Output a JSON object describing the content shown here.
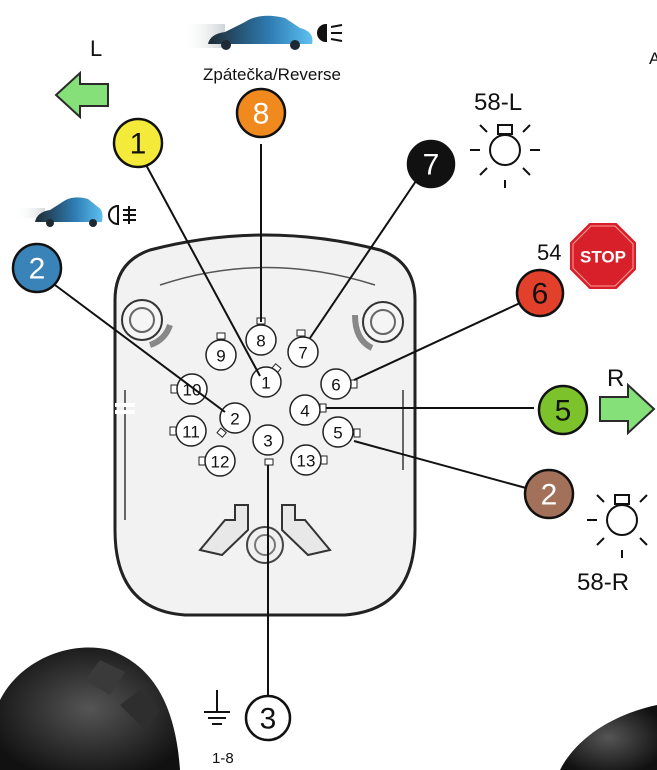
{
  "labels": {
    "reverse": "Zpátečka/Reverse",
    "left": "L",
    "right": "R",
    "left_position_light": "58-L",
    "right_position_light": "58-R",
    "stop": "54",
    "stop_sign": "STOP",
    "ground": "1-8",
    "corner_letter": "A"
  },
  "badges": [
    {
      "id": "badge-1",
      "num": "1",
      "fill": "#f4ea3a",
      "text": "#111111",
      "meaning": "left turn signal"
    },
    {
      "id": "badge-8",
      "num": "8",
      "fill": "#f08a1f",
      "text": "#ffffff",
      "meaning": "reverse light"
    },
    {
      "id": "badge-7",
      "num": "7",
      "fill": "#111111",
      "text": "#ffffff",
      "meaning": "left position light 58-L"
    },
    {
      "id": "badge-2-fog",
      "num": "2",
      "fill": "#3a83b8",
      "text": "#ffffff",
      "meaning": "rear fog light"
    },
    {
      "id": "badge-6",
      "num": "6",
      "fill": "#e2402b",
      "text": "#111111",
      "meaning": "stop light 54"
    },
    {
      "id": "badge-5",
      "num": "5",
      "fill": "#7bc22b",
      "text": "#111111",
      "meaning": "right turn signal"
    },
    {
      "id": "badge-2-brown",
      "num": "2",
      "fill": "#a3715a",
      "text": "#ffffff",
      "meaning": "right position light 58-R"
    },
    {
      "id": "badge-3",
      "num": "3",
      "fill": "#ffffff",
      "text": "#111111",
      "meaning": "ground"
    }
  ],
  "pins": [
    "1",
    "2",
    "3",
    "4",
    "5",
    "6",
    "7",
    "8",
    "9",
    "10",
    "11",
    "12",
    "13"
  ],
  "colors": {
    "arrow_fill": "#86e07a",
    "arrow_stroke": "#2b2b2b",
    "socket_fill": "#f2f2f2",
    "car_body": "#2f9bd6",
    "stop_red": "#d8202a"
  }
}
